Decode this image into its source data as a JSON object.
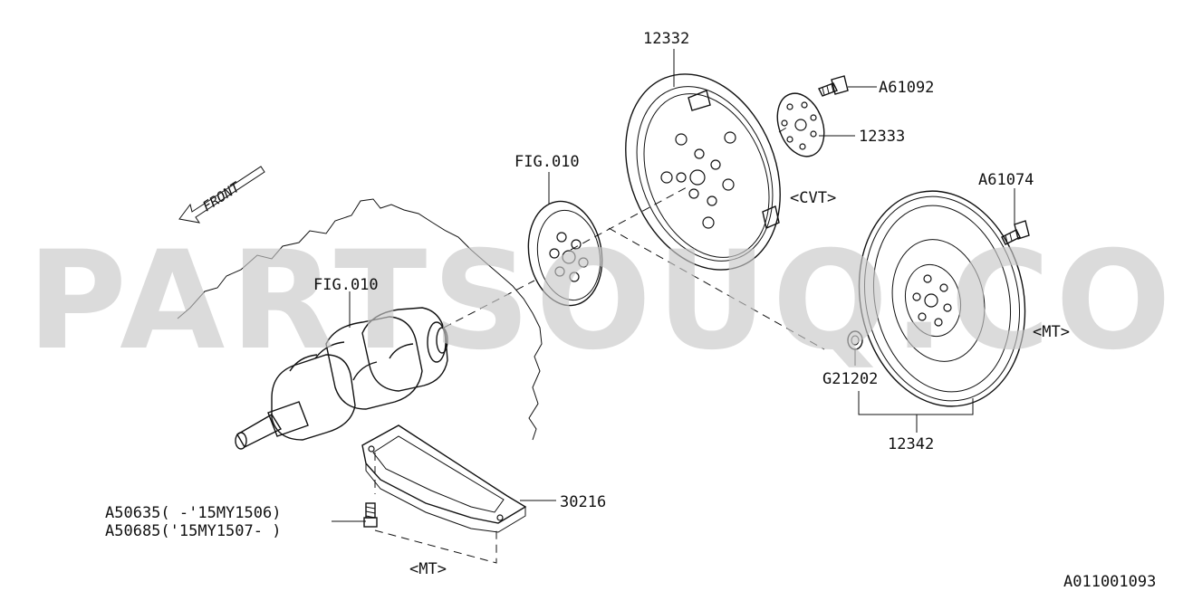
{
  "watermark": "PARTSOUQ.COM",
  "front_marker": "FRONT",
  "diagram_id": "A011001093",
  "callouts": {
    "flywheel_cvt": "12332",
    "bolt_cvt": "A61092",
    "plate_cvt": "12333",
    "fig_upper": "FIG.010",
    "cvt_tag": "<CVT>",
    "bolt_mt": "A61074",
    "fig_lower": "FIG.010",
    "mt_tag_right": "<MT>",
    "bearing": "G21202",
    "flywheel_mt": "12342",
    "cover": "30216",
    "bolt_a": "A50635( -'15MY1506)",
    "bolt_b": "A50685('15MY1507- )",
    "mt_tag_bottom": "<MT>"
  }
}
